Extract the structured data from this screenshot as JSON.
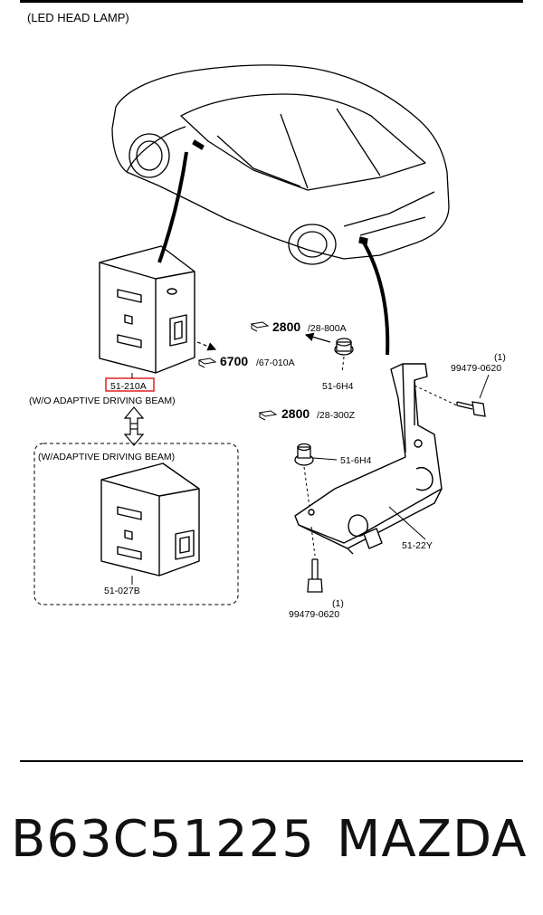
{
  "diagram": {
    "title": "(LED HEAD LAMP)",
    "caption_without": "(W/O ADAPTIVE DRIVING BEAM)",
    "caption_with": "(W/ADAPTIVE DRIVING BEAM)",
    "parts": {
      "module_a": "51-210A",
      "module_b": "51-027B",
      "nut_upper": "51-6H4",
      "nut_lower": "51-6H4",
      "bracket": "51-22Y",
      "bolt_right": "99479-0620",
      "bolt_right_qty": "(1)",
      "bolt_lower": "99479-0620",
      "bolt_lower_qty": "(1)"
    },
    "refs": {
      "ref1_num": "2800",
      "ref1_code": "/28-800A",
      "ref2_num": "6700",
      "ref2_code": "/67-010A",
      "ref3_num": "2800",
      "ref3_code": "/28-300Z"
    },
    "highlight_color": "#e02020"
  },
  "footer": {
    "part_number": "B63C51225",
    "brand": "MAZDA"
  }
}
